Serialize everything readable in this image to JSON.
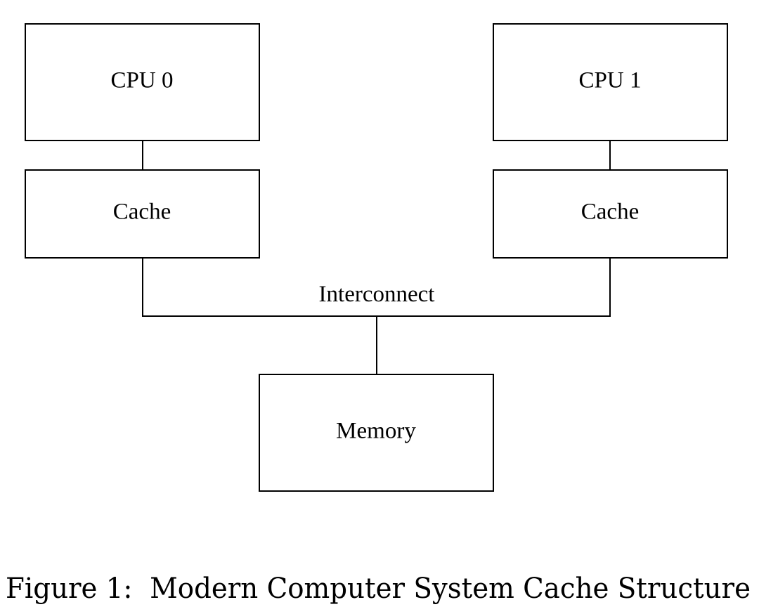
{
  "nodes": {
    "cpu0": {
      "label": "CPU 0"
    },
    "cpu1": {
      "label": "CPU 1"
    },
    "cache0": {
      "label": "Cache"
    },
    "cache1": {
      "label": "Cache"
    },
    "memory": {
      "label": "Memory"
    }
  },
  "edges": [
    {
      "from": "cpu0",
      "to": "cache0"
    },
    {
      "from": "cpu1",
      "to": "cache1"
    },
    {
      "from": "cache0",
      "to": "interconnect"
    },
    {
      "from": "cache1",
      "to": "interconnect"
    },
    {
      "from": "interconnect",
      "to": "memory"
    }
  ],
  "interconnect": {
    "label": "Interconnect"
  },
  "caption": {
    "text": "Figure 1:  Modern Computer System Cache Structure"
  }
}
